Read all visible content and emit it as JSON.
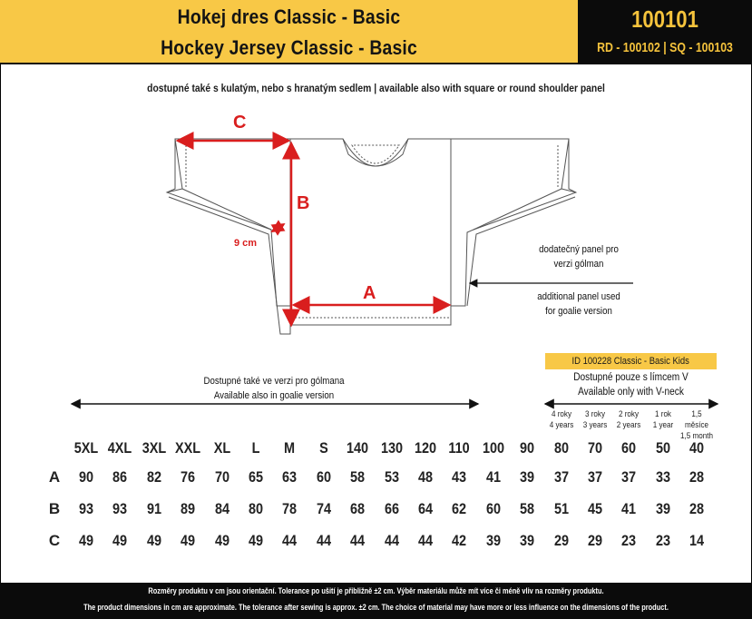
{
  "header": {
    "title_cz": "Hokej dres Classic - Basic",
    "title_en": "Hockey Jersey Classic - Basic",
    "code": "100101",
    "variants": "RD - 100102 | SQ - 100103"
  },
  "subtitle": "dostupné také s kulatým, nebo s hranatým sedlem | available also with square or round shoulder panel",
  "dimensions": {
    "a": "A",
    "b": "B",
    "c": "C",
    "cuff": "9 cm"
  },
  "goalie_note": {
    "cz": [
      "dodatečný panel pro",
      "verzi gólman"
    ],
    "en": [
      "additional panel used",
      "for goalie version"
    ]
  },
  "goalie_range": {
    "cz": "Dostupné také ve verzi pro gólmana",
    "en": "Available also in goalie version"
  },
  "kids": {
    "badge": "ID 100228 Classic - Basic Kids",
    "cz": "Dostupné pouze s límcem V",
    "en": "Available only with V-neck",
    "ages": [
      {
        "cz": "4 roky",
        "en": "4 years"
      },
      {
        "cz": "3 roky",
        "en": "3 years"
      },
      {
        "cz": "2 roky",
        "en": "2 years"
      },
      {
        "cz": "1 rok",
        "en": "1 year"
      },
      {
        "cz": "1,5 měsíce",
        "en": "1,5 month"
      }
    ]
  },
  "table": {
    "sizes": [
      "5XL",
      "4XL",
      "3XL",
      "XXL",
      "XL",
      "L",
      "M",
      "S",
      "140",
      "130",
      "120",
      "110",
      "100",
      "90",
      "80",
      "70",
      "60",
      "50",
      "40"
    ],
    "rows": [
      {
        "label": "A",
        "values": [
          "90",
          "86",
          "82",
          "76",
          "70",
          "65",
          "63",
          "60",
          "58",
          "53",
          "48",
          "43",
          "41",
          "39",
          "37",
          "37",
          "37",
          "33",
          "28"
        ]
      },
      {
        "label": "B",
        "values": [
          "93",
          "93",
          "91",
          "89",
          "84",
          "80",
          "78",
          "74",
          "68",
          "66",
          "64",
          "62",
          "60",
          "58",
          "51",
          "45",
          "41",
          "39",
          "28"
        ]
      },
      {
        "label": "C",
        "values": [
          "49",
          "49",
          "49",
          "49",
          "49",
          "49",
          "44",
          "44",
          "44",
          "44",
          "44",
          "42",
          "39",
          "39",
          "29",
          "29",
          "23",
          "23",
          "14"
        ]
      }
    ]
  },
  "footer": {
    "cz": "Rozměry produktu v cm jsou orientační. Tolerance po ušití je přibližně ±2 cm. Výběr materiálu může mít více či méně vliv na rozměry produktu.",
    "en": "The product dimensions in cm are approximate. The tolerance after sewing is approx. ±2 cm. The choice of material may have more or less influence on the dimensions of the product."
  },
  "colors": {
    "accent": "#f8c846",
    "dark": "#0b0b0b",
    "dimension": "#d91e1e"
  }
}
